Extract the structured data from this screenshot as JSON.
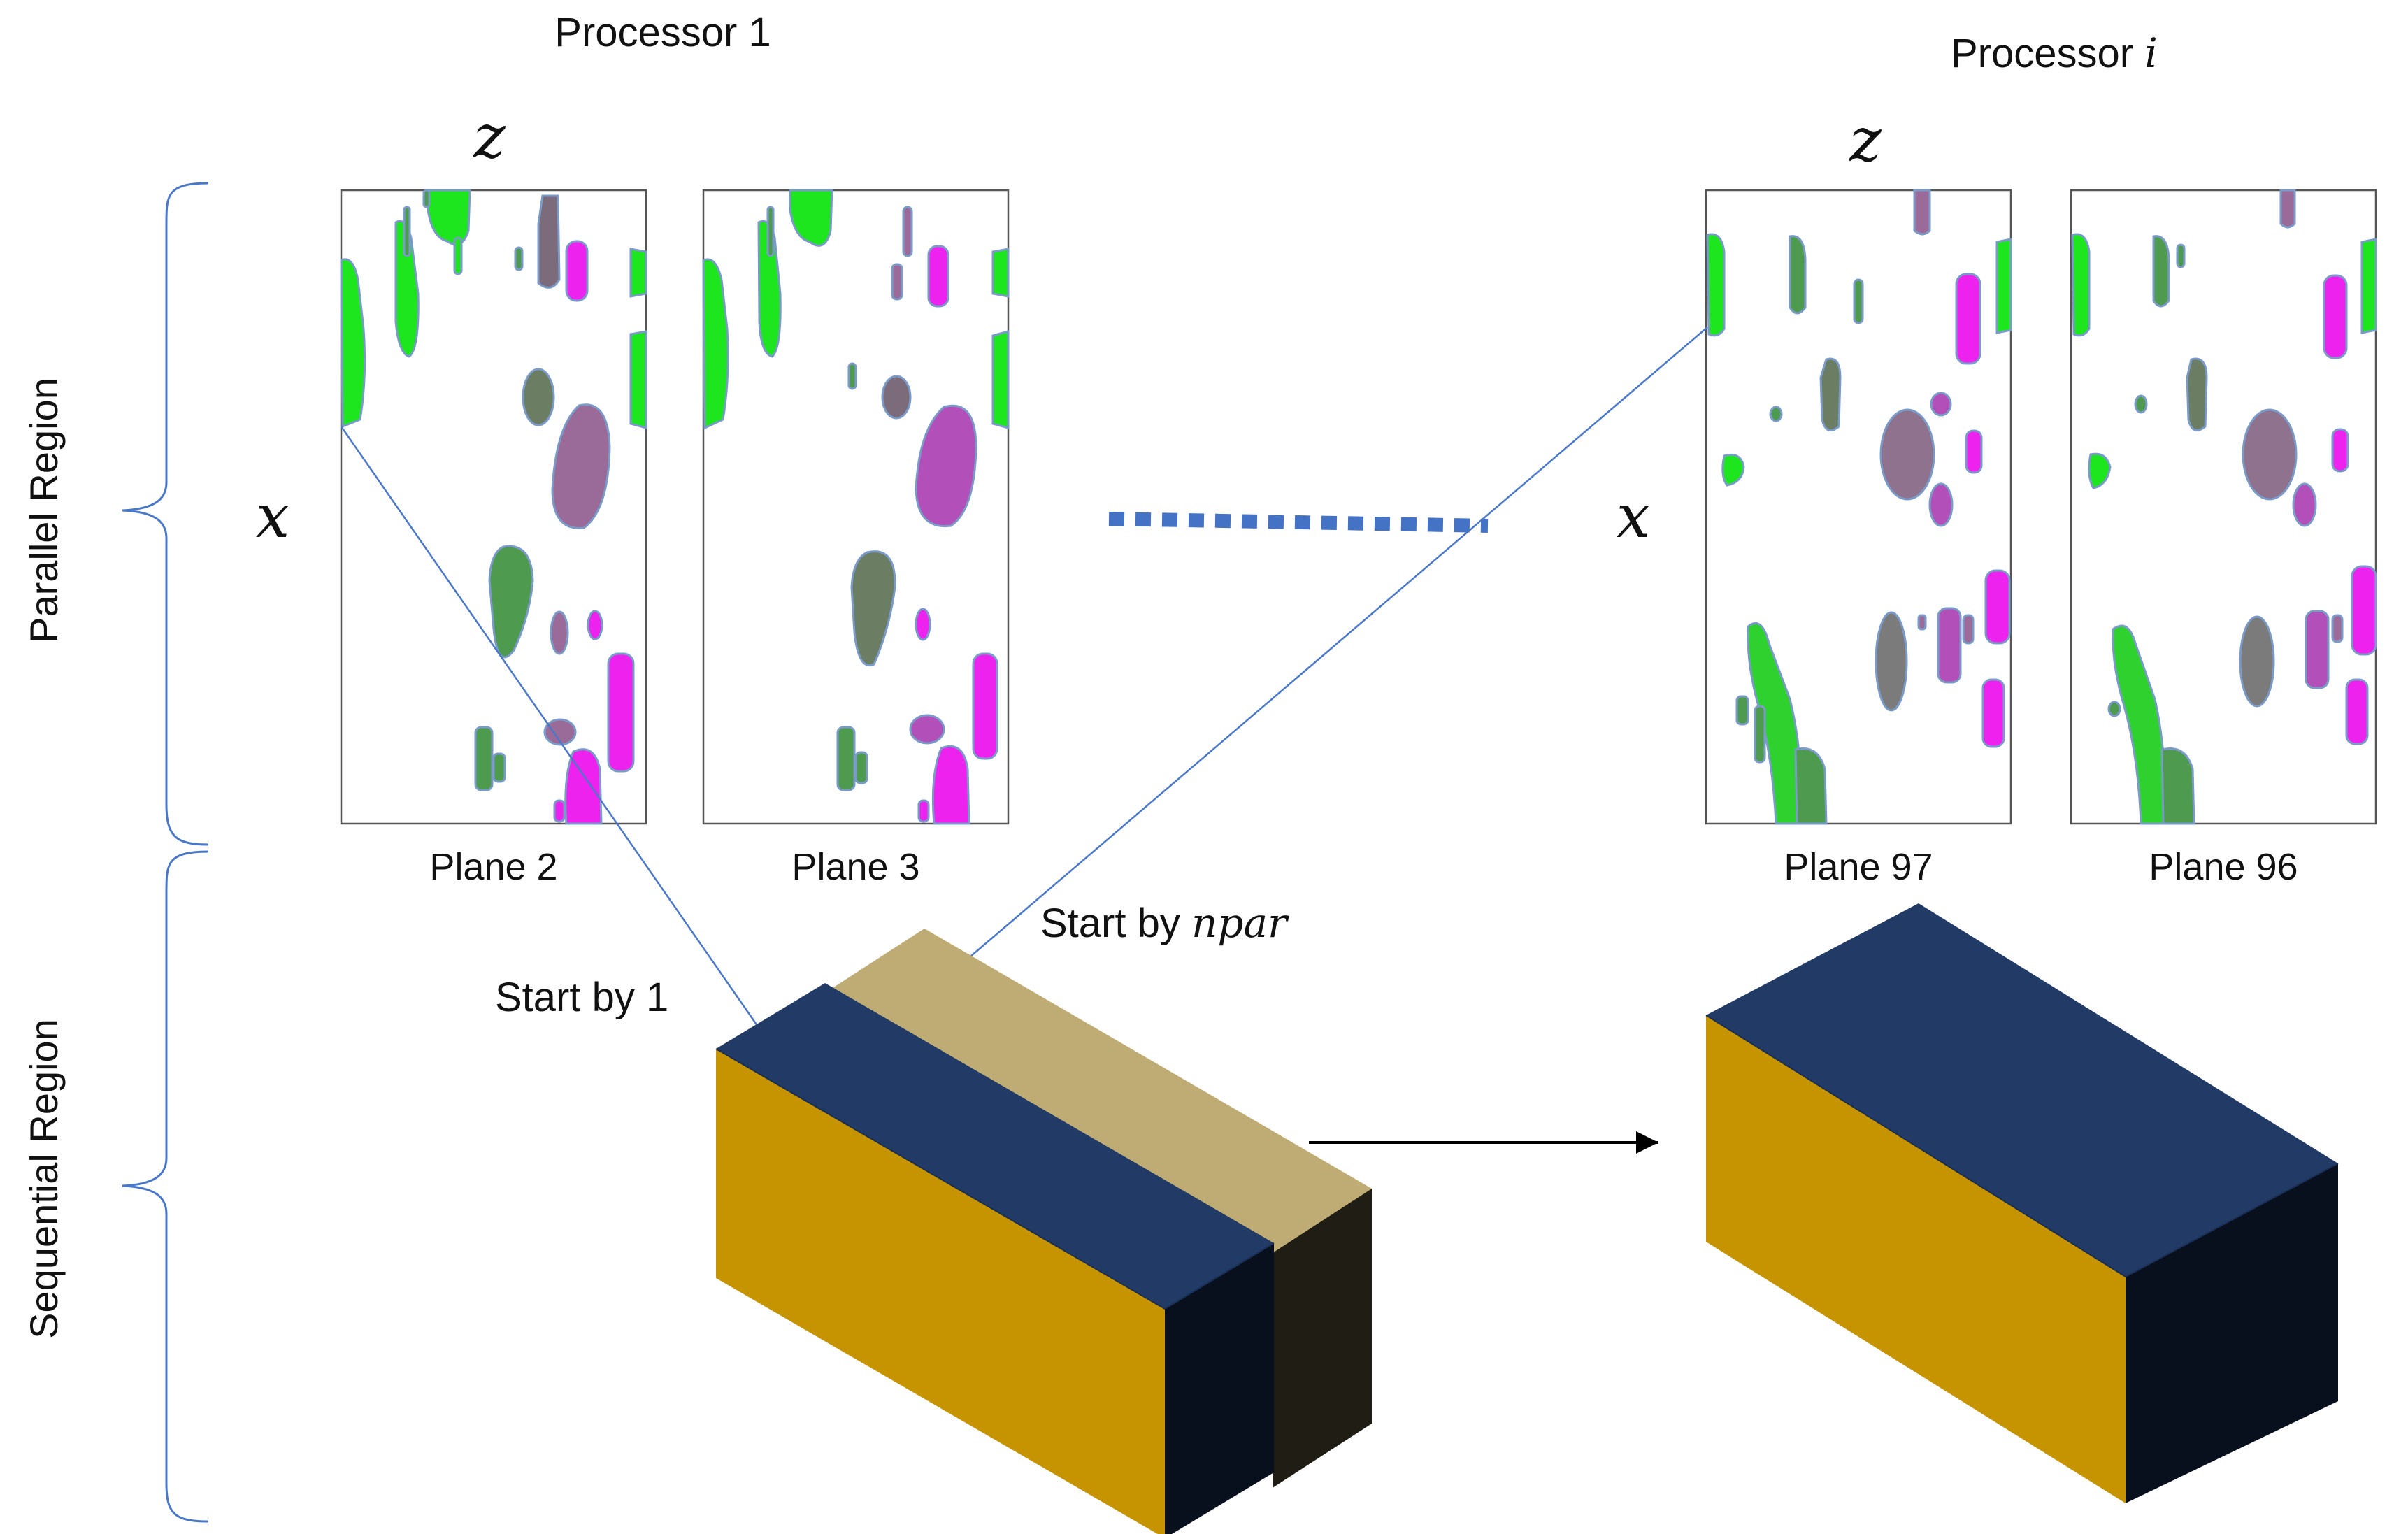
{
  "labels": {
    "processor_1": "Processor 1",
    "processor_i_prefix": "Processor ",
    "processor_i_var": "i",
    "axis_z": "z",
    "axis_x": "x",
    "parallel_region": "Parallel Region",
    "sequential_region": "Sequential Region",
    "start_by_1": "Start by 1",
    "start_by_npar_prefix": "Start by ",
    "start_by_npar_var": "npar"
  },
  "planes": [
    {
      "label": "Plane 2"
    },
    {
      "label": "Plane 3"
    },
    {
      "label": "Plane 97"
    },
    {
      "label": "Plane 96"
    }
  ],
  "colors": {
    "bright_green": "#1ee61e",
    "dark_green": "#4e9a4e",
    "grey_green": "#6b7d63",
    "mauve": "#9a6a98",
    "magenta": "#ee22ee",
    "purple": "#b24fb8",
    "box_top": "#213a66",
    "box_front": "#c69400",
    "box_side": "#080f1d",
    "slab_top": "#bfac74",
    "slab_side": "#201d14",
    "connector": "#4a78c8",
    "dots": "#4472c4"
  }
}
